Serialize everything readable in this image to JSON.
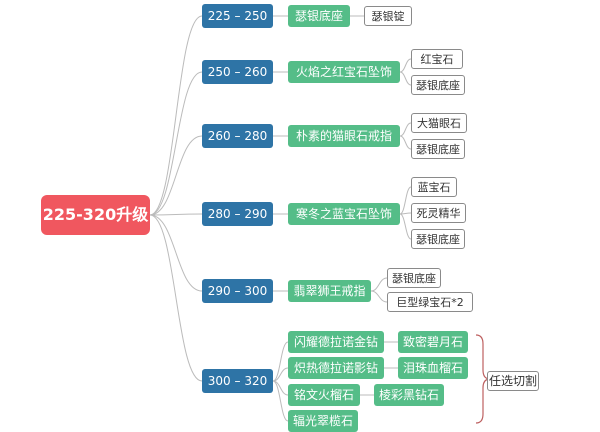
{
  "root": "225-320升级",
  "branches": [
    {
      "range": "225 – 250",
      "items": [
        {
          "name": "瑟银底座",
          "materials": [
            "瑟银锭"
          ]
        }
      ]
    },
    {
      "range": "250 – 260",
      "items": [
        {
          "name": "火焰之红宝石坠饰",
          "materials": [
            "红宝石",
            "瑟银底座"
          ]
        }
      ]
    },
    {
      "range": "260 – 280",
      "items": [
        {
          "name": "朴素的猫眼石戒指",
          "materials": [
            "大猫眼石",
            "瑟银底座"
          ]
        }
      ]
    },
    {
      "range": "280 – 290",
      "items": [
        {
          "name": "寒冬之蓝宝石坠饰",
          "materials": [
            "蓝宝石",
            "死灵精华",
            "瑟银底座"
          ]
        }
      ]
    },
    {
      "range": "290 – 300",
      "items": [
        {
          "name": "翡翠狮王戒指",
          "materials": [
            "瑟银底座",
            "巨型绿宝石*2"
          ]
        }
      ]
    },
    {
      "range": "300 – 320",
      "items": [
        {
          "name": "闪耀德拉诺金钻",
          "gem": "致密碧月石"
        },
        {
          "name": "炽热德拉诺影钻",
          "gem": "泪珠血榴石"
        },
        {
          "name": "铭文火榴石",
          "gem": "棱彩黑钻石"
        },
        {
          "name": "辐光翠榄石"
        }
      ],
      "note": "任选切割"
    }
  ],
  "colors": {
    "root": "#f0575f",
    "range": "#2e74a6",
    "item": "#55bd88",
    "material_border": "#8a8a8a",
    "line": "#bbbbbb"
  }
}
